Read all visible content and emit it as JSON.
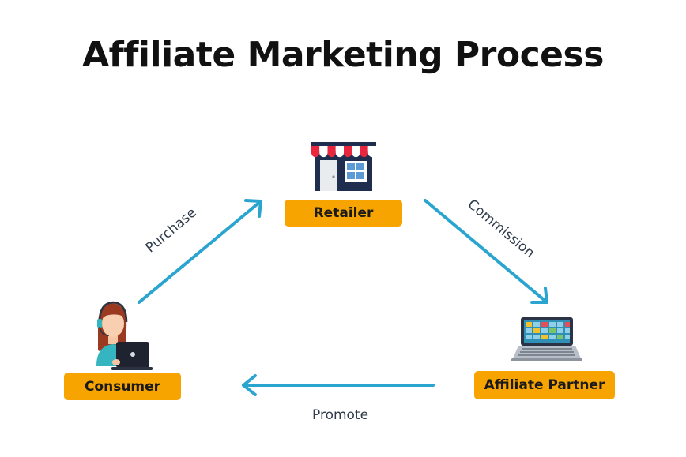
{
  "title": "Affiliate Marketing Process",
  "nodes": {
    "retailer": {
      "label": "Retailer",
      "icon": "storefront-icon"
    },
    "affiliate": {
      "label": "Affiliate Partner",
      "icon": "laptop-icon"
    },
    "consumer": {
      "label": "Consumer",
      "icon": "consumer-with-laptop-icon"
    }
  },
  "edges": {
    "purchase": {
      "label": "Purchase",
      "from": "Consumer",
      "to": "Retailer"
    },
    "commission": {
      "label": "Commission",
      "from": "Retailer",
      "to": "Affiliate Partner"
    },
    "promote": {
      "label": "Promote",
      "from": "Affiliate Partner",
      "to": "Consumer"
    }
  },
  "colors": {
    "label_fill": "#f7a400",
    "arrow": "#2aa5cf",
    "title": "#111111"
  }
}
